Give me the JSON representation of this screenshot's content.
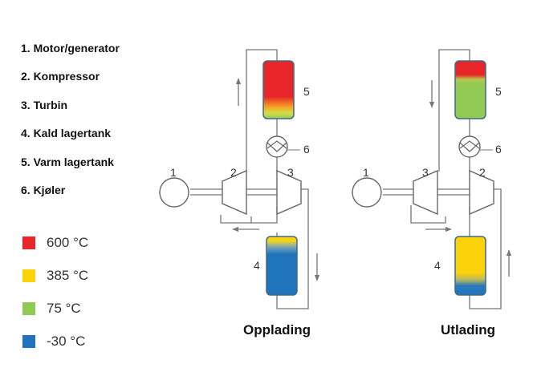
{
  "components": [
    "1. Motor/generator",
    "2. Kompressor",
    "3. Turbin",
    "4. Kald lagertank",
    "5. Varm lagertank",
    "6. Kjøler"
  ],
  "legend": [
    {
      "label": "600 °C",
      "color": "#e8262a"
    },
    {
      "label": "385 °C",
      "color": "#fcd20a"
    },
    {
      "label": "75 °C",
      "color": "#92c955"
    },
    {
      "label": "-30 °C",
      "color": "#1f74bb"
    }
  ],
  "diagrams": {
    "charging": {
      "caption": "Opplading",
      "labels": {
        "motor": "1",
        "compressor": "2",
        "turbine": "3",
        "cold_tank": "4",
        "hot_tank": "5",
        "cooler": "6"
      }
    },
    "discharging": {
      "caption": "Utlading",
      "labels": {
        "motor": "1",
        "turbine": "3",
        "compressor": "2",
        "cold_tank": "4",
        "hot_tank": "5",
        "cooler": "6"
      }
    }
  },
  "colors": {
    "line": "#777777",
    "tank_border": "#3d6b8a"
  }
}
